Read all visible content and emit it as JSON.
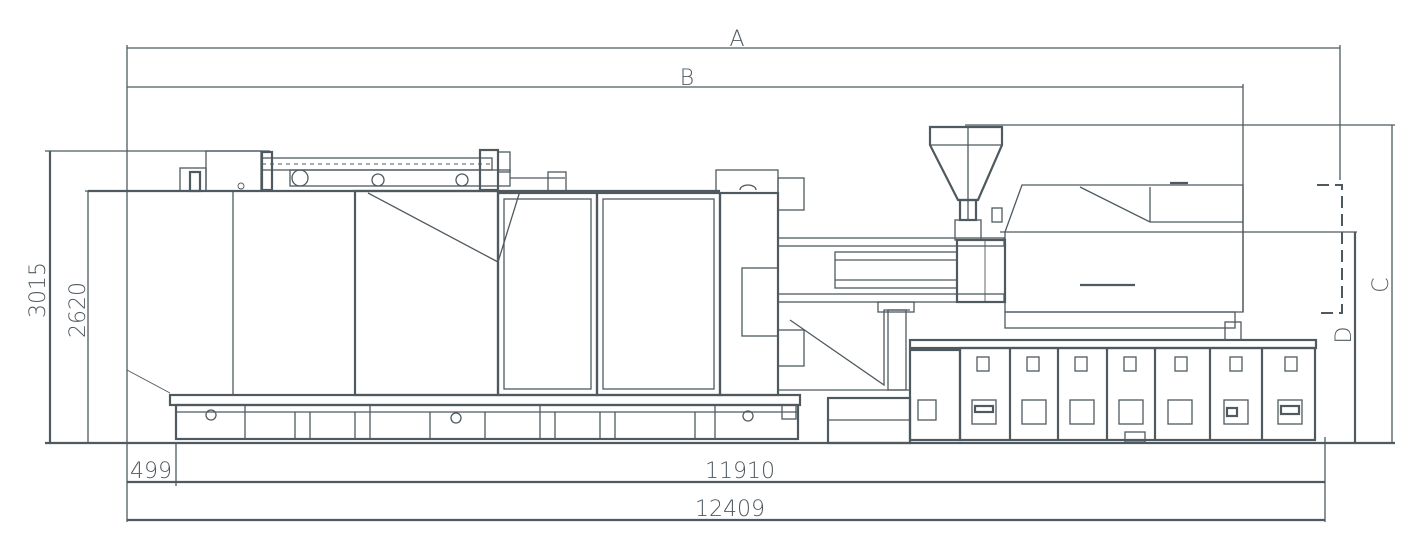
{
  "drawing": {
    "title": "Injection molding machine side elevation",
    "color": "#4f5a60",
    "dimensions": {
      "overall_length_label": "A",
      "machine_length_label": "B",
      "hopper_height_label": "C",
      "injection_height_label": "D",
      "total_height": "3015",
      "clamp_height": "2620",
      "front_offset": "499",
      "base_length": "11910",
      "total_length": "12409"
    }
  }
}
